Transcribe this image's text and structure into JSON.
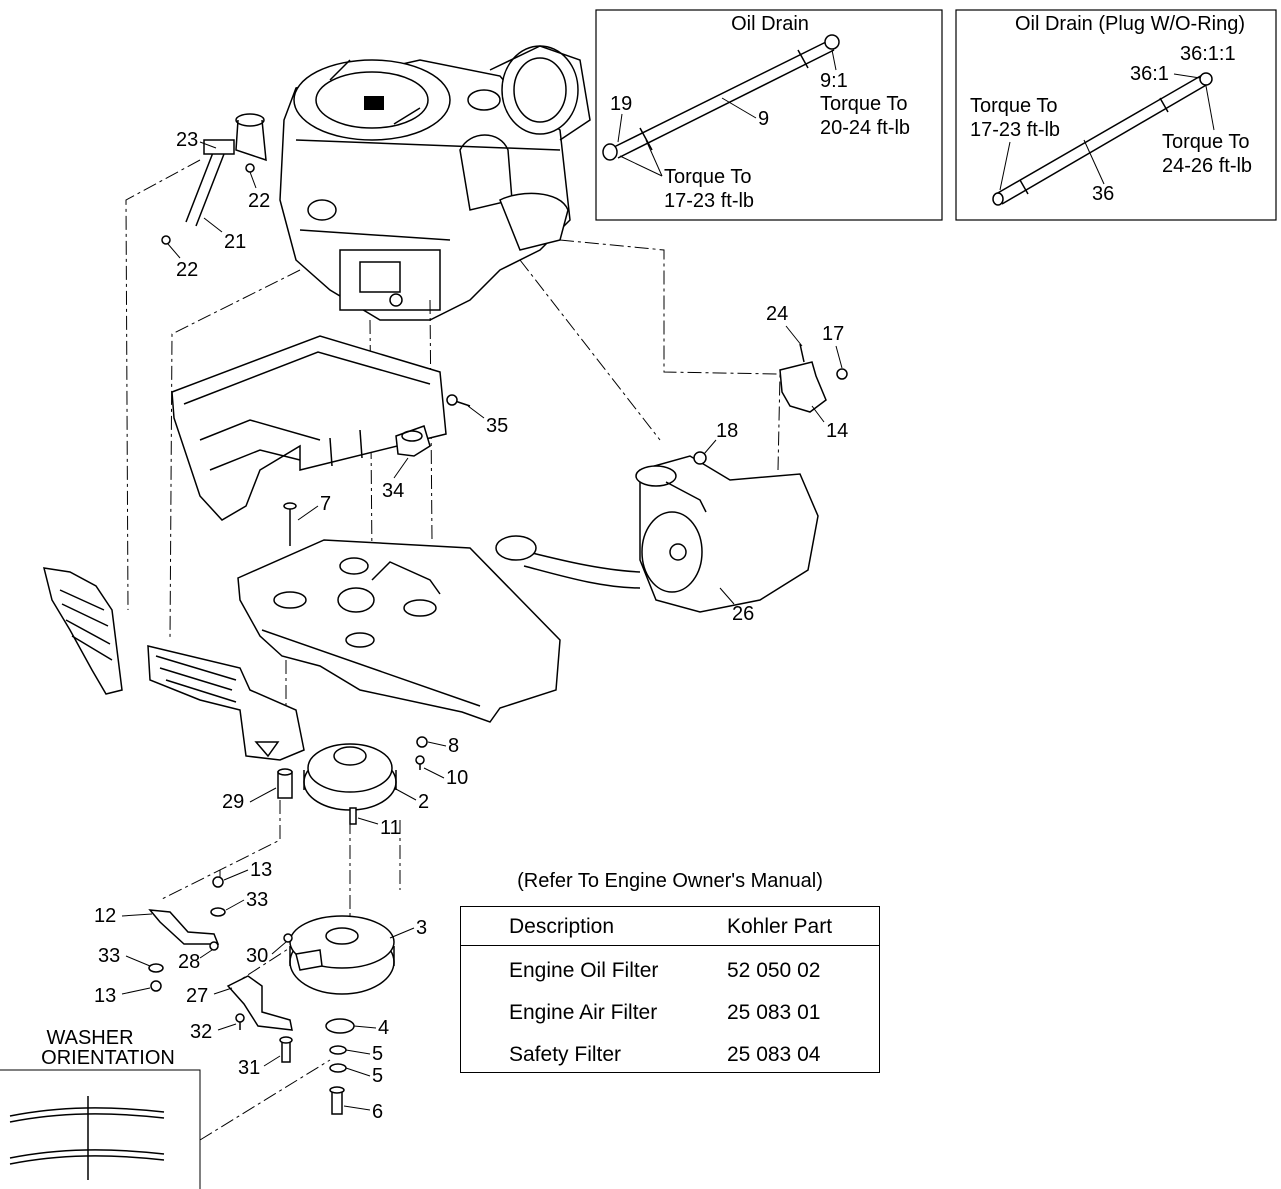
{
  "insets": {
    "oil_drain": {
      "title": "Oil Drain",
      "torque_a": [
        "Torque To",
        "20-24 ft-lb"
      ],
      "torque_b": [
        "Torque To",
        "17-23 ft-lb"
      ]
    },
    "oil_drain_plug": {
      "title": "Oil Drain (Plug W/O-Ring)",
      "torque_a": [
        "Torque To",
        "17-23 ft-lb"
      ],
      "torque_b": [
        "Torque To",
        "24-26 ft-lb"
      ]
    }
  },
  "callouts": {
    "c2": "2",
    "c3": "3",
    "c4": "4",
    "c5a": "5",
    "c5b": "5",
    "c6": "6",
    "c7": "7",
    "c8": "8",
    "c9": "9",
    "c9_1": "9:1",
    "c10": "10",
    "c11": "11",
    "c12": "12",
    "c13a": "13",
    "c13b": "13",
    "c14": "14",
    "c17": "17",
    "c18": "18",
    "c19": "19",
    "c21": "21",
    "c22a": "22",
    "c22b": "22",
    "c23": "23",
    "c24": "24",
    "c26": "26",
    "c27": "27",
    "c28": "28",
    "c29": "29",
    "c30": "30",
    "c31": "31",
    "c32": "32",
    "c33a": "33",
    "c33b": "33",
    "c34": "34",
    "c35": "35",
    "c36": "36",
    "c36_1": "36:1",
    "c36_1_1": "36:1:1"
  },
  "washer_note": [
    "WASHER",
    "ORIENTATION"
  ],
  "filter_table": {
    "caption": "(Refer To Engine Owner's Manual)",
    "headers": [
      "Description",
      "Kohler Part"
    ],
    "rows": [
      {
        "description": "Engine Oil Filter",
        "part": "52 050 02"
      },
      {
        "description": "Engine Air Filter",
        "part": "25 083 01"
      },
      {
        "description": "Safety Filter",
        "part": "25 083 04"
      }
    ]
  }
}
